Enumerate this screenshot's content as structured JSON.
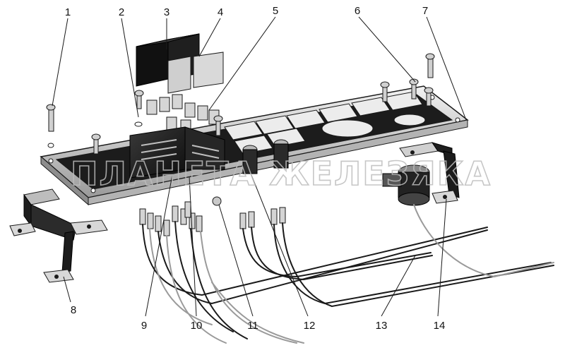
{
  "diagram": {
    "callouts": [
      "1",
      "2",
      "3",
      "4",
      "5",
      "6",
      "7",
      "8",
      "9",
      "10",
      "11",
      "12",
      "13",
      "14"
    ],
    "watermark": "ПЛАНЕТА ЖЕЛЕЗЯКА"
  },
  "colors": {
    "outline": "#1a1a1a",
    "body_dark": "#1c1c1c",
    "metal_light": "#dcdcdc",
    "metal_mid": "#a8a8a8",
    "background": "#ffffff"
  }
}
